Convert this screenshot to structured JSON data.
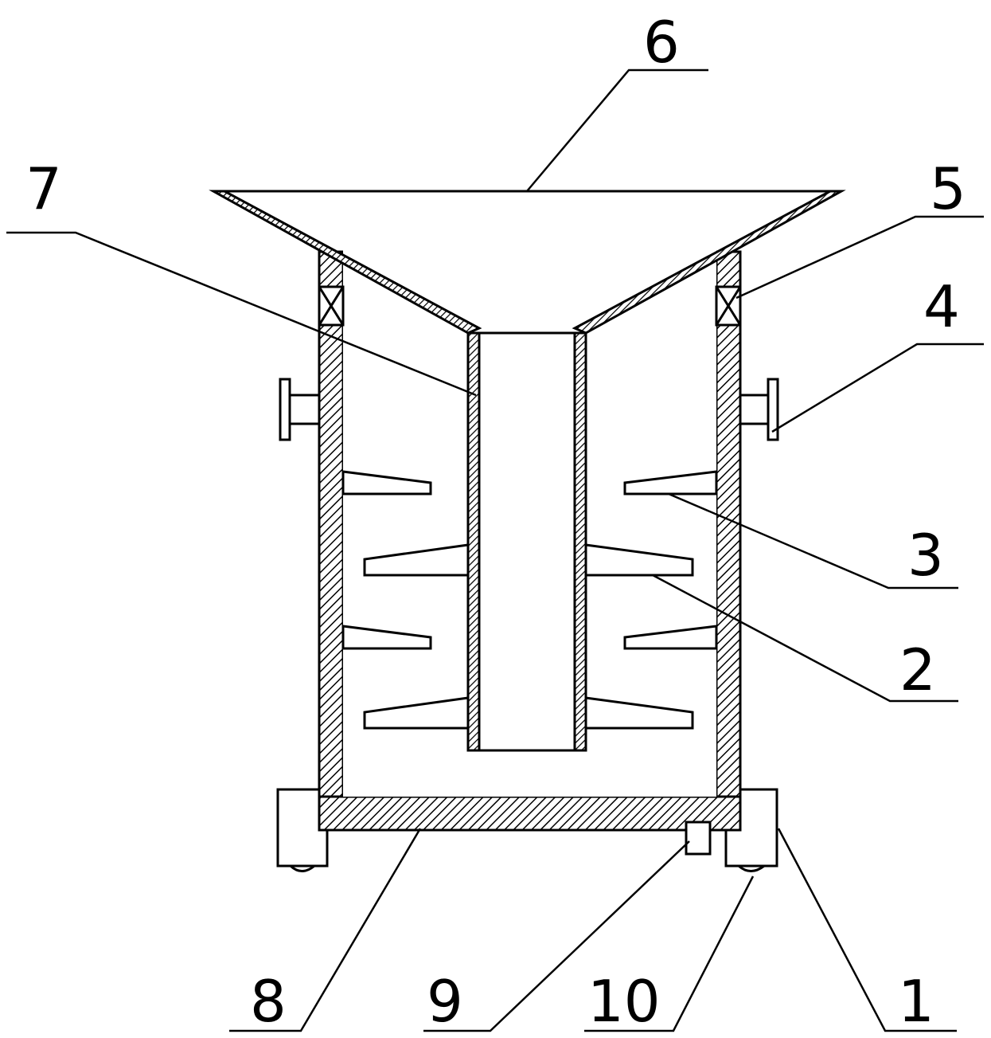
{
  "diagram": {
    "callouts": [
      {
        "id": "c1",
        "label": "1"
      },
      {
        "id": "c2",
        "label": "2"
      },
      {
        "id": "c3",
        "label": "3"
      },
      {
        "id": "c4",
        "label": "4"
      },
      {
        "id": "c5",
        "label": "5"
      },
      {
        "id": "c6",
        "label": "6"
      },
      {
        "id": "c7",
        "label": "7"
      },
      {
        "id": "c8",
        "label": "8"
      },
      {
        "id": "c9",
        "label": "9"
      },
      {
        "id": "c10",
        "label": "10"
      }
    ],
    "colors": {
      "line": "#000000",
      "paper": "#ffffff"
    }
  }
}
